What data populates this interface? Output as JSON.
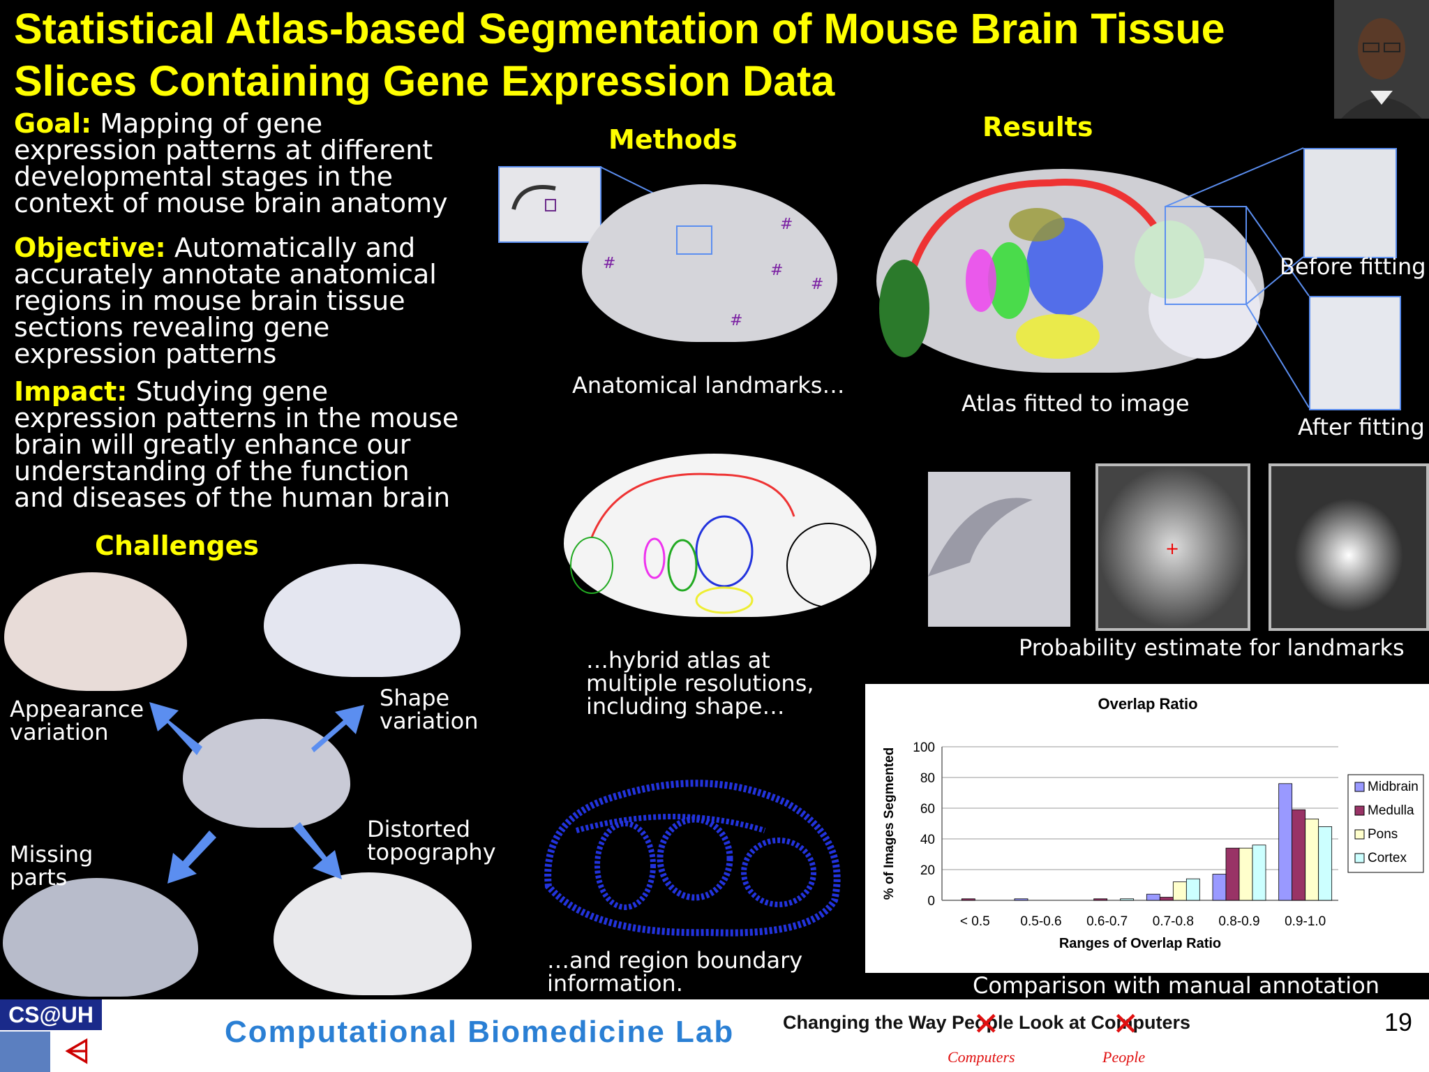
{
  "title": "Statistical Atlas-based Segmentation of Mouse Brain Tissue Slices Containing Gene Expression Data",
  "goal": {
    "label": "Goal:",
    "text": "Mapping of gene expression patterns at different developmental stages in the context of mouse brain anatomy"
  },
  "objective": {
    "label": "Objective:",
    "text": "Automatically and accurately annotate anatomical regions in mouse brain tissue sections revealing gene expression patterns"
  },
  "impact": {
    "label": "Impact:",
    "text": "Studying gene expression patterns in the mouse brain will greatly enhance our understanding of the function and diseases of the human brain"
  },
  "challenges": {
    "heading": "Challenges",
    "appearance": "Appearance variation",
    "shape": "Shape variation",
    "missing": "Missing parts",
    "distorted": "Distorted topography"
  },
  "methods": {
    "heading": "Methods",
    "landmarks": "Anatomical landmarks…",
    "hybrid": "…hybrid atlas at multiple resolutions, including shape…",
    "boundary": "…and region boundary information."
  },
  "results": {
    "heading": "Results",
    "atlas_fitted": "Atlas fitted to image",
    "before": "Before fitting",
    "after": "After fitting",
    "probability": "Probability estimate for landmarks",
    "comparison": "Comparison with manual annotation"
  },
  "footer": {
    "csuh": "CS@UH",
    "lab": "Computational Biomedicine Lab",
    "slogan": "Changing the Way People Look at Computers",
    "under1": "Computers",
    "under2": "People",
    "page": "19"
  },
  "colors": {
    "accent": "#ffff00",
    "arrow": "#5b8ef0",
    "atlas_blue": "#2233dd"
  },
  "chart_data": {
    "type": "bar",
    "title": "Overlap Ratio",
    "xlabel": "Ranges of Overlap Ratio",
    "ylabel": "% of Images Segmented",
    "ylim": [
      0,
      100
    ],
    "yticks": [
      0,
      20,
      40,
      60,
      80,
      100
    ],
    "grid": true,
    "legend": "right",
    "categories": [
      "< 0.5",
      "0.5-0.6",
      "0.6-0.7",
      "0.7-0.8",
      "0.8-0.9",
      "0.9-1.0"
    ],
    "series": [
      {
        "name": "Midbrain",
        "color": "#9999ff",
        "values": [
          0,
          1,
          0,
          4,
          17,
          76
        ]
      },
      {
        "name": "Medulla",
        "color": "#993366",
        "values": [
          1,
          0,
          1,
          2,
          34,
          59
        ]
      },
      {
        "name": "Pons",
        "color": "#ffffcc",
        "values": [
          0,
          0,
          0,
          12,
          34,
          53
        ]
      },
      {
        "name": "Cortex",
        "color": "#ccffff",
        "values": [
          0,
          0,
          1,
          14,
          36,
          48
        ]
      }
    ]
  }
}
